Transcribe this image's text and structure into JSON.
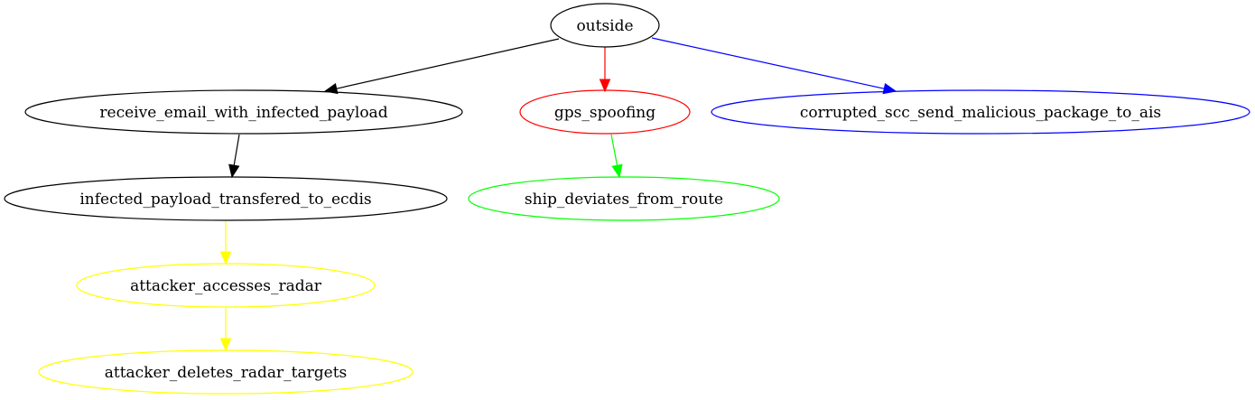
{
  "graph": {
    "nodes": [
      {
        "id": "outside",
        "label": "outside",
        "color": "#000000"
      },
      {
        "id": "receive_email",
        "label": "receive_email_with_infected_payload",
        "color": "#000000"
      },
      {
        "id": "gps_spoofing",
        "label": "gps_spoofing",
        "color": "#ff0000"
      },
      {
        "id": "corrupted_scc",
        "label": "corrupted_scc_send_malicious_package_to_ais",
        "color": "#0000ff"
      },
      {
        "id": "infected_payload",
        "label": "infected_payload_transfered_to_ecdis",
        "color": "#000000"
      },
      {
        "id": "ship_deviates",
        "label": "ship_deviates_from_route",
        "color": "#00ff00"
      },
      {
        "id": "attacker_radar",
        "label": "attacker_accesses_radar",
        "color": "#ffff00"
      },
      {
        "id": "attacker_deletes",
        "label": "attacker_deletes_radar_targets",
        "color": "#ffff00"
      }
    ],
    "edges": [
      {
        "from": "outside",
        "to": "receive_email",
        "color": "#000000"
      },
      {
        "from": "outside",
        "to": "gps_spoofing",
        "color": "#ff0000"
      },
      {
        "from": "outside",
        "to": "corrupted_scc",
        "color": "#0000ff"
      },
      {
        "from": "receive_email",
        "to": "infected_payload",
        "color": "#000000"
      },
      {
        "from": "gps_spoofing",
        "to": "ship_deviates",
        "color": "#00ff00"
      },
      {
        "from": "infected_payload",
        "to": "attacker_radar",
        "color": "#ffff00"
      },
      {
        "from": "attacker_radar",
        "to": "attacker_deletes",
        "color": "#ffff00"
      }
    ]
  }
}
